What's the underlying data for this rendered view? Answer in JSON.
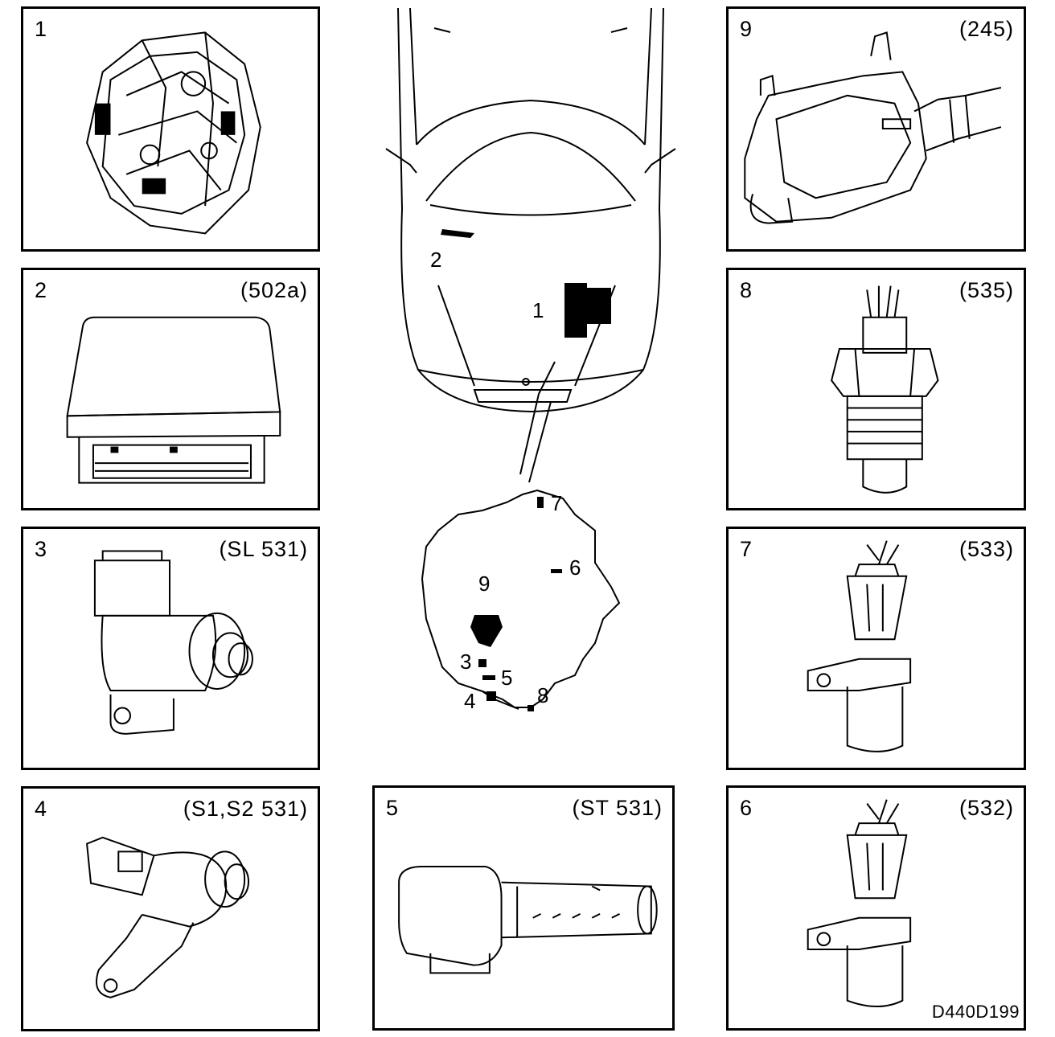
{
  "panels": {
    "p1": {
      "number": "1",
      "code": ""
    },
    "p2": {
      "number": "2",
      "code": "(502a)"
    },
    "p3": {
      "number": "3",
      "code": "(SL 531)"
    },
    "p4": {
      "number": "4",
      "code": "(S1,S2 531)"
    },
    "p5": {
      "number": "5",
      "code": "(ST 531)"
    },
    "p6": {
      "number": "6",
      "code": "(532)"
    },
    "p7": {
      "number": "7",
      "code": "(533)"
    },
    "p8": {
      "number": "8",
      "code": "(535)"
    },
    "p9": {
      "number": "9",
      "code": "(245)"
    }
  },
  "car_callouts": {
    "c1": "1",
    "c2": "2"
  },
  "detail_callouts": {
    "d3": "3",
    "d4": "4",
    "d5": "5",
    "d6": "6",
    "d7": "7",
    "d8": "8",
    "d9": "9"
  },
  "figure_code": "D440D199"
}
